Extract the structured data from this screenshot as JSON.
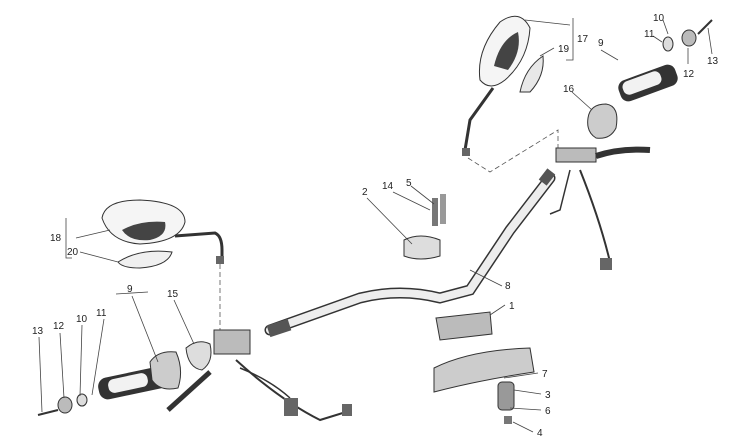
{
  "callouts": {
    "c1": "1",
    "c2": "2",
    "c3": "3",
    "c4": "4",
    "c5": "5",
    "c6": "6",
    "c7": "7",
    "c8": "8",
    "c9_right": "9",
    "c10_right": "10",
    "c11_right": "11",
    "c12_right": "12",
    "c13_right": "13",
    "c14": "14",
    "c16": "16",
    "c17": "17",
    "c19": "19",
    "c18": "18",
    "c20": "20",
    "c9_left": "9",
    "c10_left": "10",
    "c11_left": "11",
    "c12_left": "12",
    "c13_left": "13",
    "c15": "15"
  },
  "colors": {
    "line": "#444444",
    "part_fill": "#e6e6e6",
    "part_dark": "#555555",
    "background": "#ffffff"
  }
}
